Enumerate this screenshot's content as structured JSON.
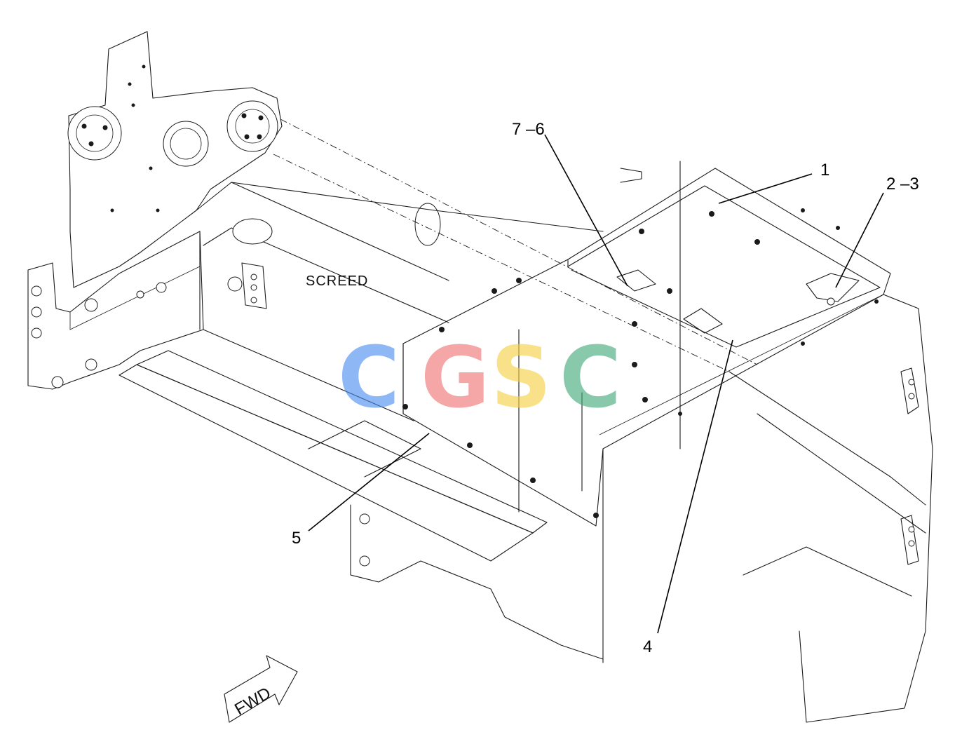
{
  "diagram": {
    "screed_label": "SCREED",
    "direction_label": "FWD",
    "callouts": [
      {
        "id": "c1",
        "text": "1"
      },
      {
        "id": "c23",
        "text": "2 –3"
      },
      {
        "id": "c76",
        "text": "7 –6"
      },
      {
        "id": "c4",
        "text": "4"
      },
      {
        "id": "c5",
        "text": "5"
      }
    ]
  },
  "watermark": {
    "letters": [
      "C",
      "G",
      "S",
      "C"
    ],
    "colors": [
      "#4a8cf0",
      "#f07070",
      "#f5d040",
      "#40a878"
    ]
  }
}
